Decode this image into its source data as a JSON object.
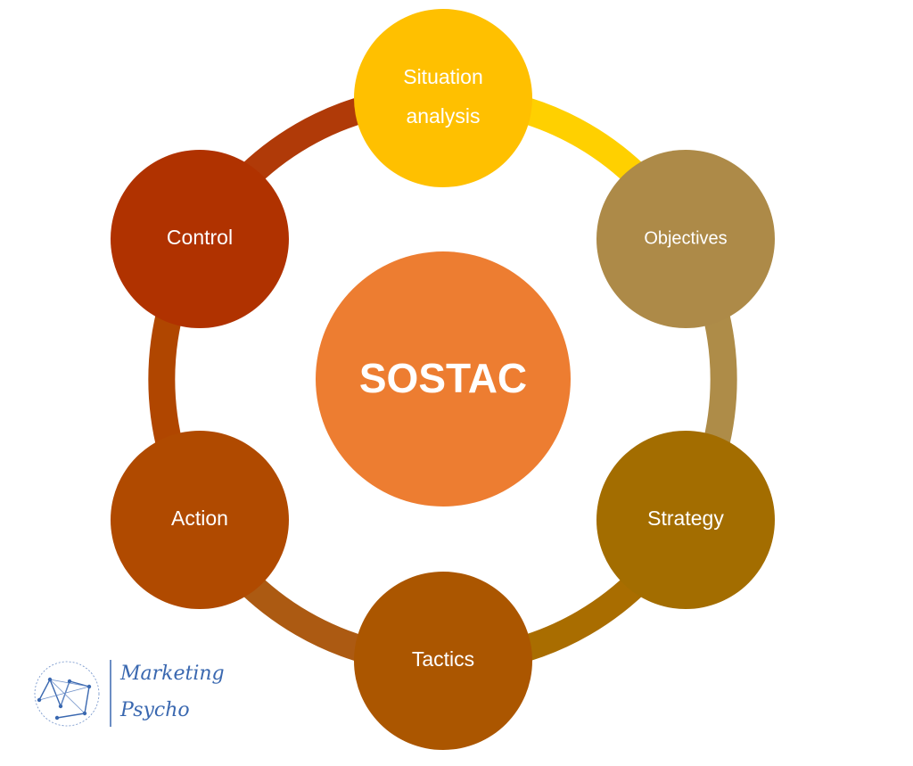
{
  "center": {
    "label": "SOSTAC",
    "color": "#ed7d31"
  },
  "nodes": [
    {
      "id": "situation-analysis",
      "lines": [
        "Situation",
        "analysis"
      ],
      "color": "#ffc000"
    },
    {
      "id": "objectives",
      "lines": [
        "Objectives"
      ],
      "color": "#ad8a48"
    },
    {
      "id": "strategy",
      "lines": [
        "Strategy"
      ],
      "color": "#a36d00"
    },
    {
      "id": "tactics",
      "lines": [
        "Tactics"
      ],
      "color": "#ab5600"
    },
    {
      "id": "action",
      "lines": [
        "Action"
      ],
      "color": "#b04a00"
    },
    {
      "id": "control",
      "lines": [
        "Control"
      ],
      "color": "#b03200"
    }
  ],
  "connectors": [
    {
      "from": "situation-analysis",
      "to": "objectives",
      "color": "#ffd000"
    },
    {
      "from": "objectives",
      "to": "strategy",
      "color": "#ae8c48"
    },
    {
      "from": "strategy",
      "to": "tactics",
      "color": "#a96d00"
    },
    {
      "from": "tactics",
      "to": "action",
      "color": "#ac5a12"
    },
    {
      "from": "action",
      "to": "control",
      "color": "#b04600"
    },
    {
      "from": "control",
      "to": "situation-analysis",
      "color": "#b03a08"
    }
  ],
  "logo": {
    "lines": [
      "Marketing",
      "Psycho"
    ],
    "color": "#3a68b0"
  }
}
